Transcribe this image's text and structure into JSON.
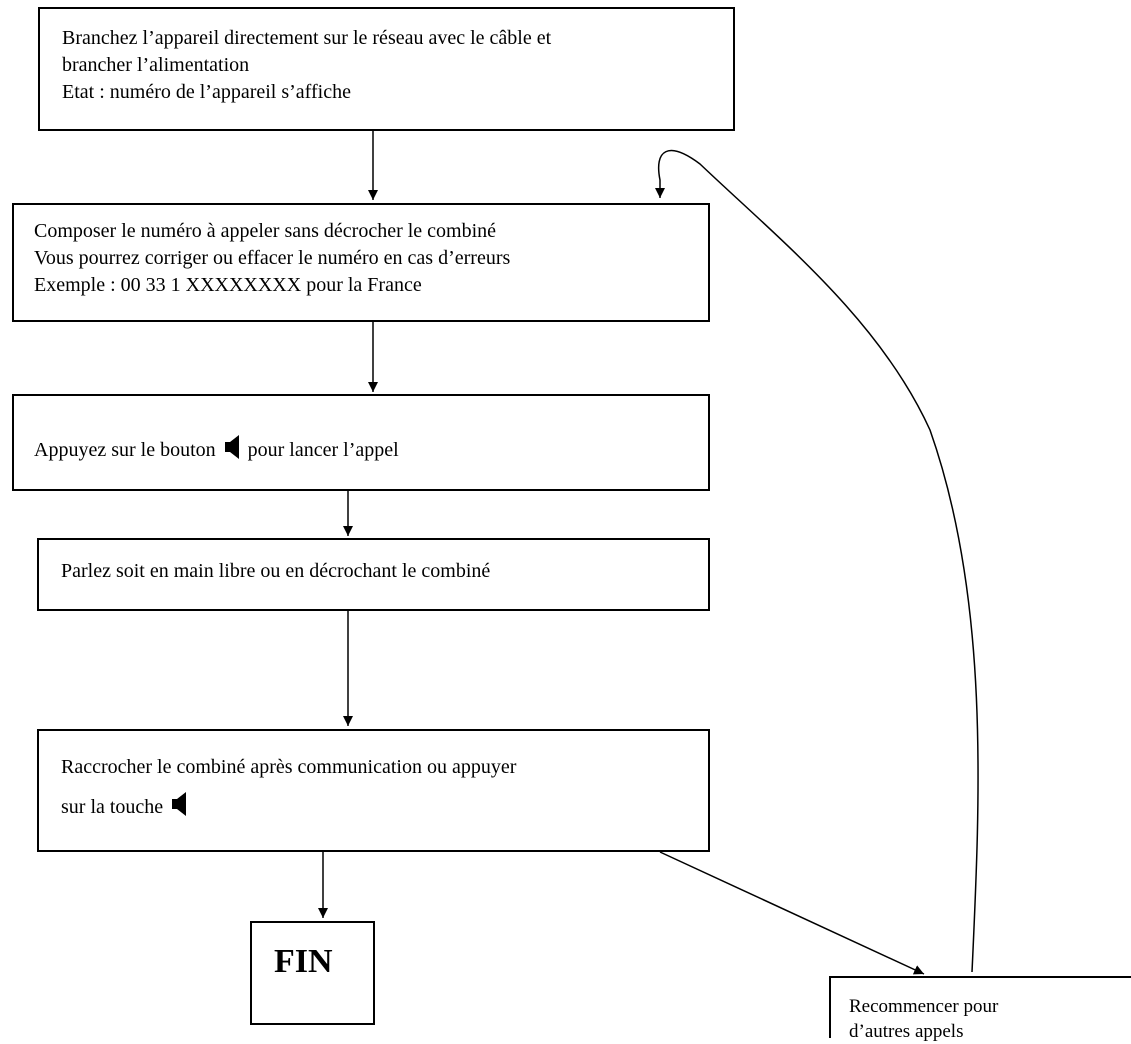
{
  "steps": [
    {
      "lines": [
        "Branchez l’appareil directement sur le réseau avec le câble et",
        "brancher l’alimentation",
        "Etat : numéro de l’appareil s’affiche"
      ]
    },
    {
      "lines": [
        "Composer le numéro à appeler sans décrocher le combiné",
        "Vous pourrez corriger ou effacer  le numéro en cas d’erreurs",
        "Exemple : 00 33 1 XXXXXXXX pour la France"
      ]
    },
    {
      "before": "Appuyez sur le bouton ",
      "after": " pour lancer l’appel"
    },
    {
      "lines": [
        "Parlez soit en main libre ou en décrochant le combiné"
      ]
    },
    {
      "line1": "Raccrocher le combiné après communication ou appuyer",
      "line2": "sur la touche "
    }
  ],
  "fin": "FIN",
  "restart": {
    "line1": "Recommencer pour",
    "line2": "d’autres appels"
  },
  "icons": {
    "speaker": "speaker-icon"
  }
}
